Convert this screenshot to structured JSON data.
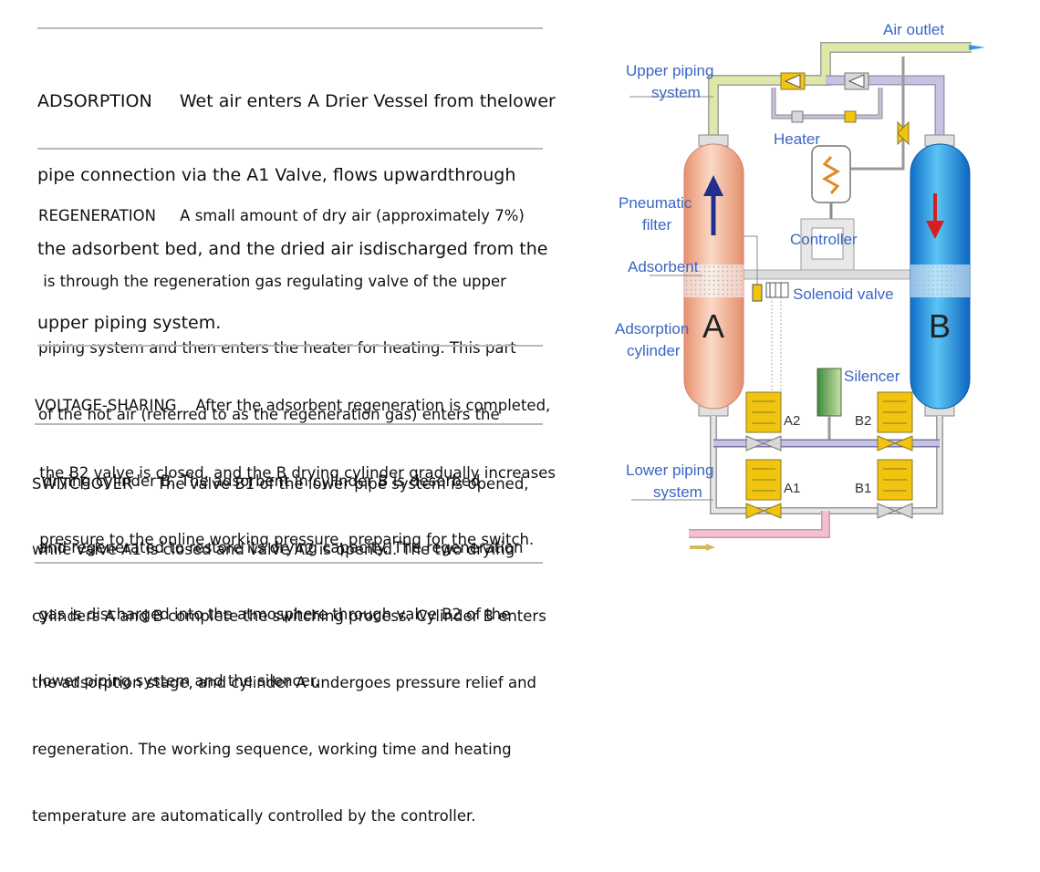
{
  "paragraphs": [
    {
      "lines": [
        "ADSORPTION     Wet air enters A Drier Vessel from thelower",
        "pipe connection via the A1 Valve, flows upwardthrough",
        "the adsorbent bed, and the dried air isdischarged from the",
        "upper piping system."
      ]
    },
    {
      "lines": [
        "REGENERATION     A small amount of dry air (approximately 7%)",
        " is through the regeneration gas regulating valve of the upper",
        "piping system and then enters the heater for heating. This part",
        "of the hot air (referred to as the regeneration gas) enters the",
        " drying cylinder B. The adsorbent in cylinder B is desorbed",
        "and regenerated to restore its drying capacity. The regeneration",
        "gas is discharged into the atmosphere through valve B2 of the",
        "lower piping system and the silencer."
      ]
    },
    {
      "lines": [
        "VOLTAGE-SHARING    After the adsorbent regeneration is completed,",
        " the B2 valve is closed, and the B drying cylinder gradually increases",
        " pressure to the online working pressure, preparing for the switch."
      ]
    },
    {
      "lines": [
        "SWITCHOVER     The valve B1 of the lower pipe system is opened,",
        "while valve A1 is closed and valve A2 is opened. The two drying",
        "cylinders A and B complete the switching process. Cylinder B enters",
        "the adsorption stage, and cylinder A undergoes pressure relief and",
        "regeneration. The working sequence, working time and heating",
        "temperature are automatically controlled by the controller."
      ]
    }
  ],
  "diagram": {
    "labels": {
      "air_outlet": "Air outlet",
      "upper_piping_1": "Upper piping",
      "upper_piping_2": "system",
      "heater": "Heater",
      "pneumatic_1": "Pneumatic",
      "pneumatic_2": "filter",
      "controller": "Controller",
      "adsorbent": "Adsorbent",
      "solenoid_valve": "Solenoid valve",
      "adsorption_1": "Adsorption",
      "adsorption_2": "cylinder",
      "silencer": "Silencer",
      "lower_piping_1": "Lower piping",
      "lower_piping_2": "system"
    },
    "cylinder_a": "A",
    "cylinder_b": "B",
    "valves": {
      "a2": "A2",
      "b2": "B2",
      "a1": "A1",
      "b1": "B1"
    },
    "colors": {
      "label_blue": "#3a66c4",
      "cylinder_a": "#f2b89a",
      "cylinder_b": "#1f8fe0",
      "pipe_upper": "#dfe8a8",
      "pipe_regen": "#c6c2e0",
      "pipe_inlet": "#f4c0cf",
      "valve_yellow": "#f1c40f",
      "arrow_up": "#1e2f8c",
      "arrow_down": "#d62020"
    }
  }
}
